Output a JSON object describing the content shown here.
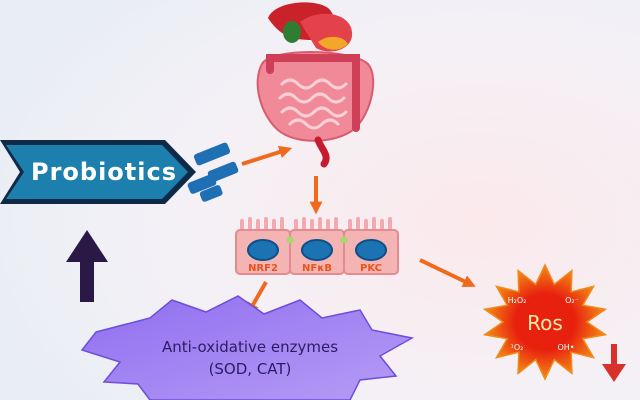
{
  "probiotics": {
    "label": "Probiotics"
  },
  "cells": {
    "labels": [
      "NRF2",
      "NFκB",
      "PKC"
    ]
  },
  "enzymes": {
    "line1": "Anti-oxidative enzymes",
    "line2": "(SOD, CAT)"
  },
  "ros": {
    "label": "Ros",
    "species": [
      "H₂O₂",
      "O₂⁻",
      "¹O₂",
      "OH•"
    ]
  },
  "colors": {
    "banner": "#1d7fae",
    "banner_dark": "#0e2a47",
    "arrow": "#ef6a1c",
    "up_arrow": "#2a1947",
    "down_arrow": "#d8302a",
    "ros_red": "#e8210f",
    "ros_orange": "#f5a018",
    "starburst": "#8f6ef0",
    "cell_fill": "#f5b4b4",
    "nucleus": "#1b73b4"
  }
}
